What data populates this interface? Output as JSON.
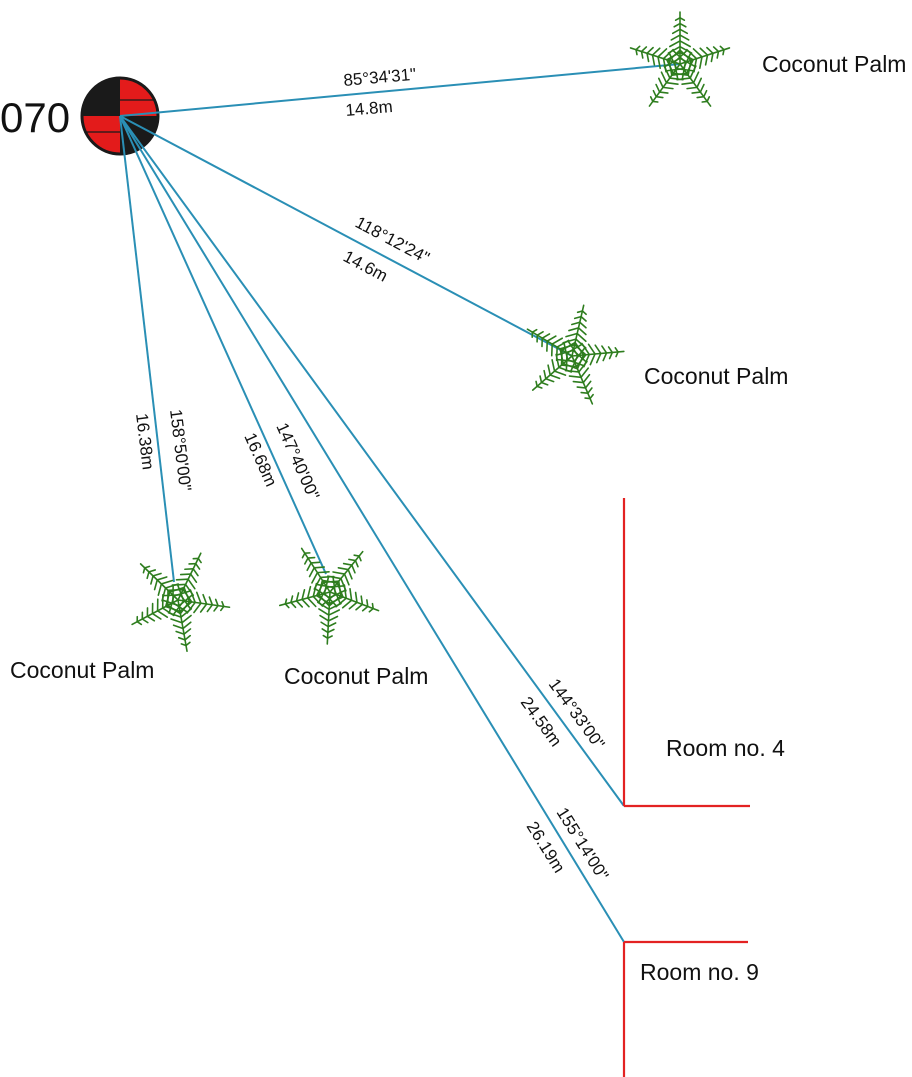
{
  "station": {
    "label": "070",
    "marker_colors": {
      "fill": "#e31b1b",
      "alt": "#1a1a1a"
    }
  },
  "colors": {
    "ray": "#2a8fb5",
    "wall": "#e32222",
    "palm": "#2e7d1e"
  },
  "measurements": [
    {
      "target": "coconut-palm-1",
      "bearing": "85°34'31\"",
      "distance": "14.8m"
    },
    {
      "target": "coconut-palm-2",
      "bearing": "118°12'24\"",
      "distance": "14.6m"
    },
    {
      "target": "coconut-palm-3",
      "bearing": "158°50'00\"",
      "distance": "16.38m"
    },
    {
      "target": "coconut-palm-4",
      "bearing": "147°40'00\"",
      "distance": "16.68m"
    },
    {
      "target": "room-4-corner",
      "bearing": "144°33'00\"",
      "distance": "24.58m"
    },
    {
      "target": "room-9-corner",
      "bearing": "155°14'00\"",
      "distance": "26.19m"
    }
  ],
  "features": [
    {
      "id": "coconut-palm-1",
      "type": "palm",
      "label": "Coconut Palm"
    },
    {
      "id": "coconut-palm-2",
      "type": "palm",
      "label": "Coconut Palm"
    },
    {
      "id": "coconut-palm-3",
      "type": "palm",
      "label": "Coconut Palm"
    },
    {
      "id": "coconut-palm-4",
      "type": "palm",
      "label": "Coconut Palm"
    },
    {
      "id": "room-4-corner",
      "type": "room",
      "label": "Room no. 4"
    },
    {
      "id": "room-9-corner",
      "type": "room",
      "label": "Room no. 9"
    }
  ]
}
